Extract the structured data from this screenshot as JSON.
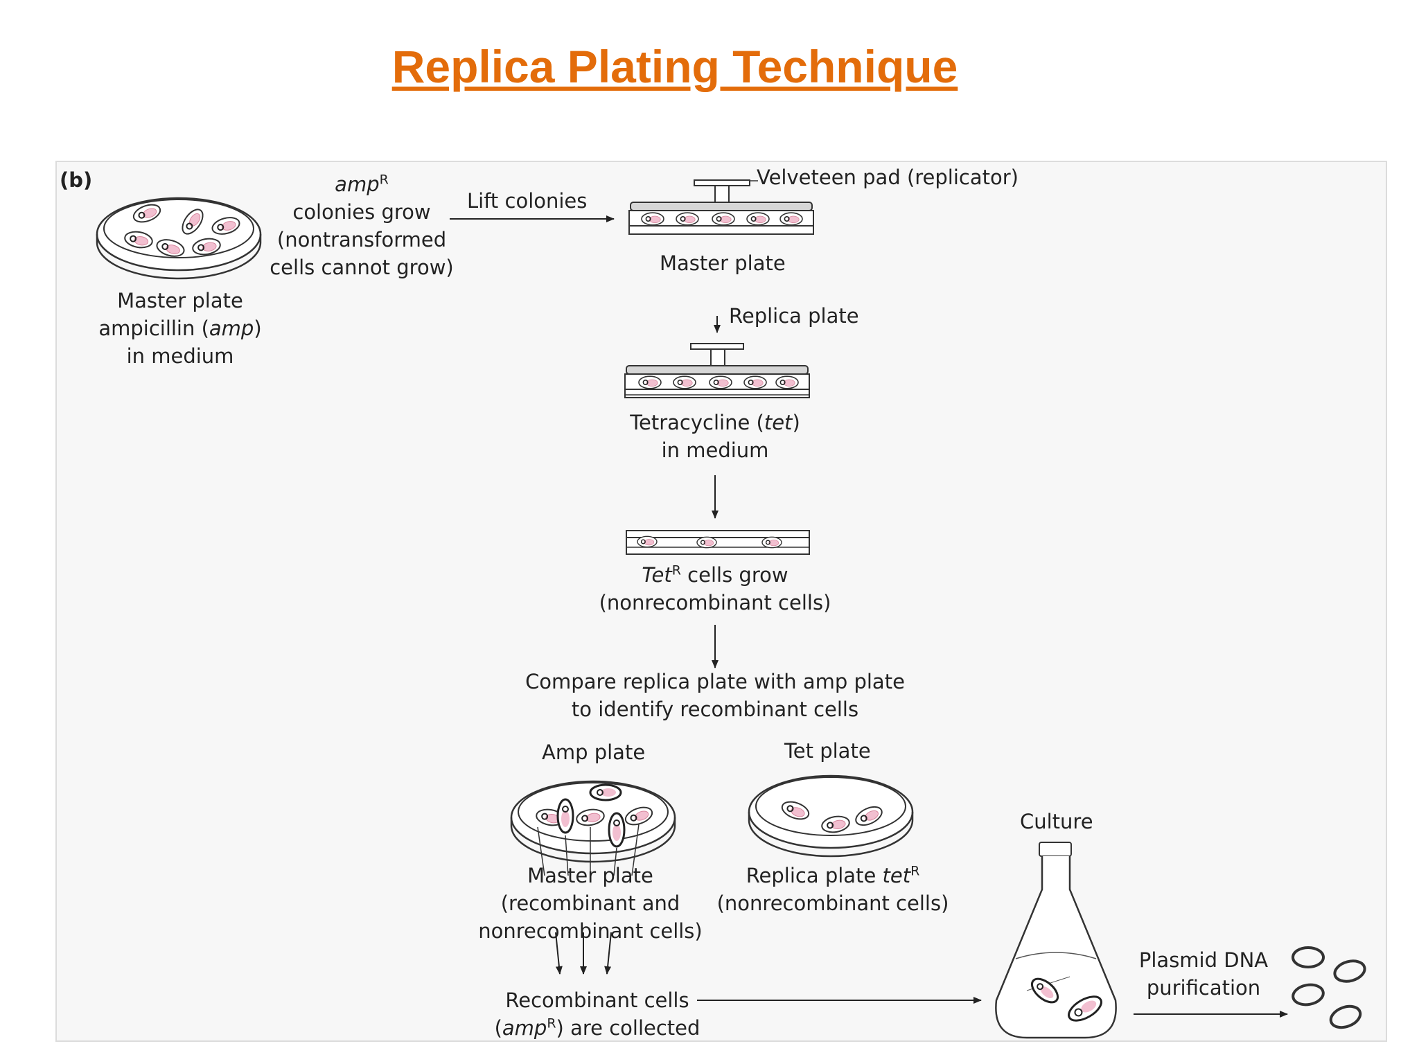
{
  "title": "Replica Plating Technique",
  "figure": {
    "panel_label": "(b)",
    "master_plate_amp": {
      "line1": "Master plate",
      "line2_a": "ampicillin (",
      "line2_b": "amp",
      "line2_c": ")",
      "line3": "in medium"
    },
    "amp_r_colonies": {
      "gene": "amp",
      "sup": "R",
      "line2": "colonies grow",
      "line3": "(nontransformed",
      "line4": "cells cannot grow)"
    },
    "lift_colonies": "Lift colonies",
    "velveteen_pad": "Velveteen pad (replicator)",
    "master_plate": "Master plate",
    "replica_plate": "Replica plate",
    "tetracycline": {
      "line1_a": "Tetracycline (",
      "line1_b": "tet",
      "line1_c": ")",
      "line2": "in medium"
    },
    "tet_r_cells": {
      "gene": "Tet",
      "sup": "R",
      "line1_rest": " cells grow",
      "line2": "(nonrecombinant cells)"
    },
    "compare": {
      "line1": "Compare replica plate with amp plate",
      "line2": "to identify recombinant cells"
    },
    "amp_plate": "Amp plate",
    "tet_plate": "Tet plate",
    "master_plate_bottom": {
      "line1": "Master plate",
      "line2": "(recombinant and",
      "line3": "nonrecombinant cells)"
    },
    "replica_plate_tet": {
      "line1_a": "Replica plate ",
      "gene": "tet",
      "sup": "R",
      "line2": "(nonrecombinant cells)"
    },
    "culture": "Culture",
    "recombinant_collected": {
      "line1": "Recombinant cells",
      "line2_a": "(",
      "gene": "amp",
      "sup": "R",
      "line2_b": ") are collected"
    },
    "plasmid_purification": {
      "line1": "Plasmid DNA",
      "line2": "purification"
    }
  }
}
